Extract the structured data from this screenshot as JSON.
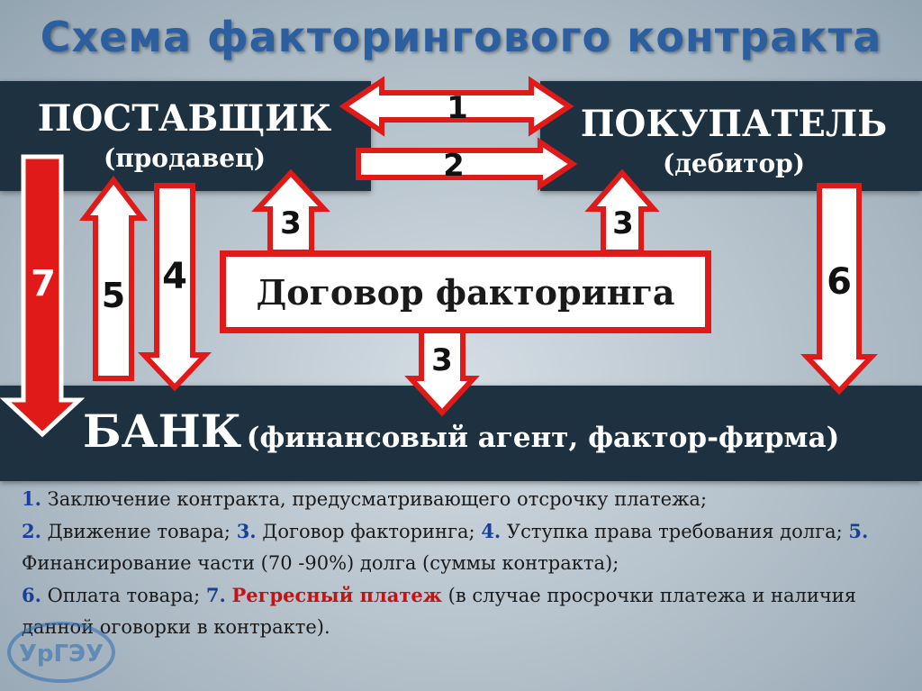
{
  "title": "Схема факторингового контракта",
  "supplier": {
    "name": "ПОСТАВЩИК",
    "role": "(продавец)"
  },
  "buyer": {
    "name": "ПОКУПАТЕЛЬ",
    "role": "(дебитор)"
  },
  "contract": "Договор факторинга",
  "bank": {
    "name": "БАНК",
    "role": "(финансовый агент, фактор-фирма)"
  },
  "arrow_labels": {
    "a1": "1",
    "a2": "2",
    "a3_left": "3",
    "a3_right": "3",
    "a3_down": "3",
    "a4": "4",
    "a5": "5",
    "a6": "6",
    "a7": "7"
  },
  "legend": {
    "l1_num": "1.",
    "l1_text": " Заключение контракта, предусматривающего отсрочку платежа;",
    "l2_num": "2.",
    "l2_text": " Движение товара;",
    "l3_num": "3.",
    "l3_text": " Договор факторинга;",
    "l4_num": "4.",
    "l4_text": " Уступка права требования долга;",
    "l5_num": "5.",
    "l5_text": " Финансирование  части (70 -90%) долга (суммы контракта);",
    "l6_num": "6.",
    "l6_text": " Оплата товара;",
    "l7_num": "7.",
    "l7_red": "Регресный платеж",
    "l7_text": " (в случае просрочки платежа и наличия данной оговорки в контракте)."
  },
  "logo_text": "УрГЭУ",
  "colors": {
    "arrow_border": "#e01919",
    "band": "#1e3140",
    "title": "#2b5fa0",
    "legend_number": "#1a3f9a"
  }
}
